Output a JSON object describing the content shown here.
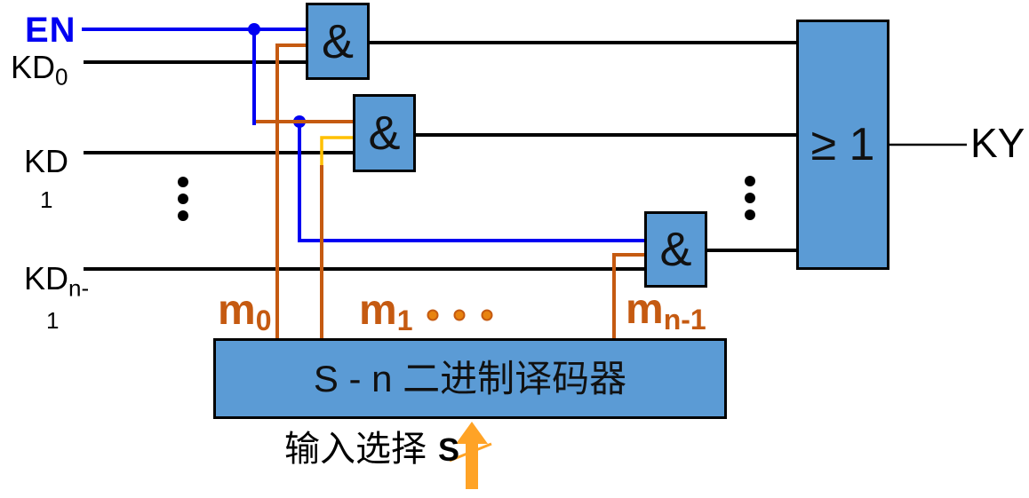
{
  "colors": {
    "box": "#5b9bd5",
    "blue": "#0000f2",
    "orange": "#c55a11",
    "amber": "#ffc000",
    "arrow": "#ffa326",
    "wire": "#000000",
    "dotfill": "#e8830f"
  },
  "signals": {
    "en": "EN",
    "ky": "KY",
    "kd0": {
      "base": "KD",
      "sub": "0"
    },
    "kd1": {
      "base": "KD",
      "sub": "1"
    },
    "kdn": {
      "base": "KD",
      "sub": "n-",
      "sub2": "1"
    }
  },
  "minterms": {
    "m0": {
      "base": "m",
      "sub": "0"
    },
    "m1": {
      "base": "m",
      "sub": "1"
    },
    "mn": {
      "base": "m",
      "sub": "n-1"
    }
  },
  "gates": {
    "and_symbol": "&",
    "or_symbol": "≥ 1"
  },
  "decoder": {
    "title": "S - n 二进制译码器"
  },
  "select": {
    "label": "输入选择",
    "signal": "S"
  }
}
